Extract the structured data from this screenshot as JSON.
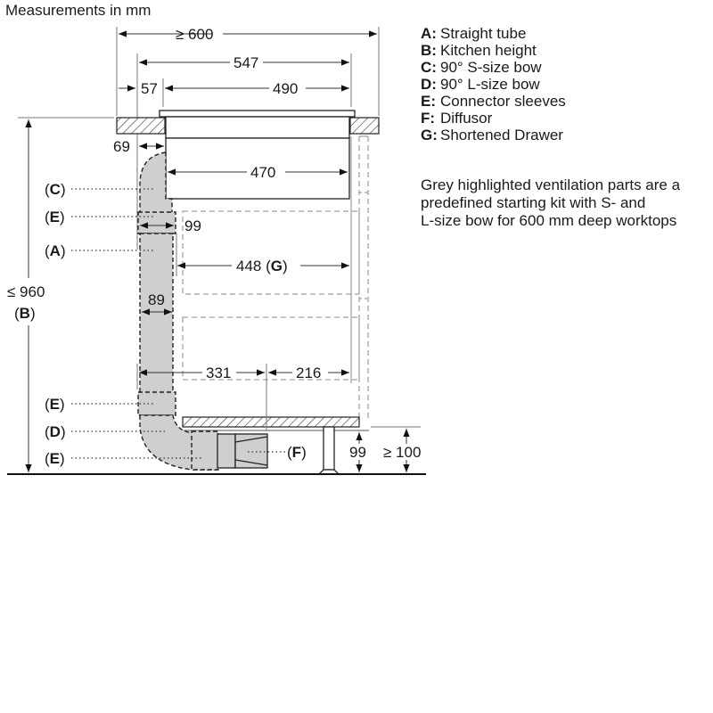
{
  "title": "Measurements in mm",
  "legend": [
    {
      "key": "A:",
      "label": "Straight tube"
    },
    {
      "key": "B:",
      "label": "Kitchen height"
    },
    {
      "key": "C:",
      "label": "90° S-size bow"
    },
    {
      "key": "D:",
      "label": "90° L-size bow"
    },
    {
      "key": "E:",
      "label": "Connector sleeves"
    },
    {
      "key": "F:",
      "label": "Diffusor"
    },
    {
      "key": "G:",
      "label": "Shortened Drawer"
    }
  ],
  "note": {
    "lines": [
      "Grey highlighted ventilation parts are a",
      "predefined starting kit with S- and",
      "L-size bow for 600 mm deep worktops"
    ]
  },
  "dimensions": {
    "worktop_depth": "≥ 600",
    "hob_cutout_depth": "547",
    "front_gap": "57",
    "hob_depth": "490",
    "rear_gap_to_duct": "69",
    "hob_body_depth": "470",
    "sleeve_width": "99",
    "drawer_depth": "448",
    "drawer_label": "G",
    "tube_width": "89",
    "kitchen_height": "≤ 960",
    "kitchen_height_label": "B",
    "rear_to_plinth": "331",
    "plinth_to_front": "216",
    "plinth_height": "99",
    "plinth_min_height": "≥ 100"
  },
  "callouts": {
    "C": "C",
    "E_top": "E",
    "A": "A",
    "E_mid": "E",
    "D": "D",
    "E_bottom": "E",
    "F": "F"
  },
  "colors": {
    "duct_fill": "#cfcfcf",
    "line": "#1a1a1a",
    "dim_line": "#555555",
    "dashed": "#888888"
  }
}
